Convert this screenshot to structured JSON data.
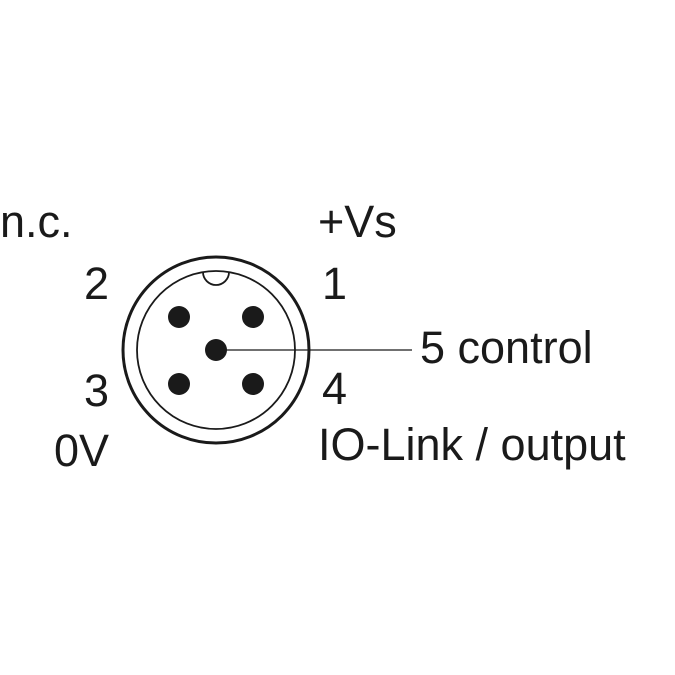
{
  "colors": {
    "ink": "#1a1a1a",
    "background": "#ffffff"
  },
  "pins": [
    {
      "number": "1",
      "function": "+Vs"
    },
    {
      "number": "2",
      "function": "n.c."
    },
    {
      "number": "3",
      "function": "0V"
    },
    {
      "number": "4",
      "function": "IO-Link / output"
    },
    {
      "number": "5",
      "function": "control"
    }
  ],
  "pin5_label": "5 control"
}
